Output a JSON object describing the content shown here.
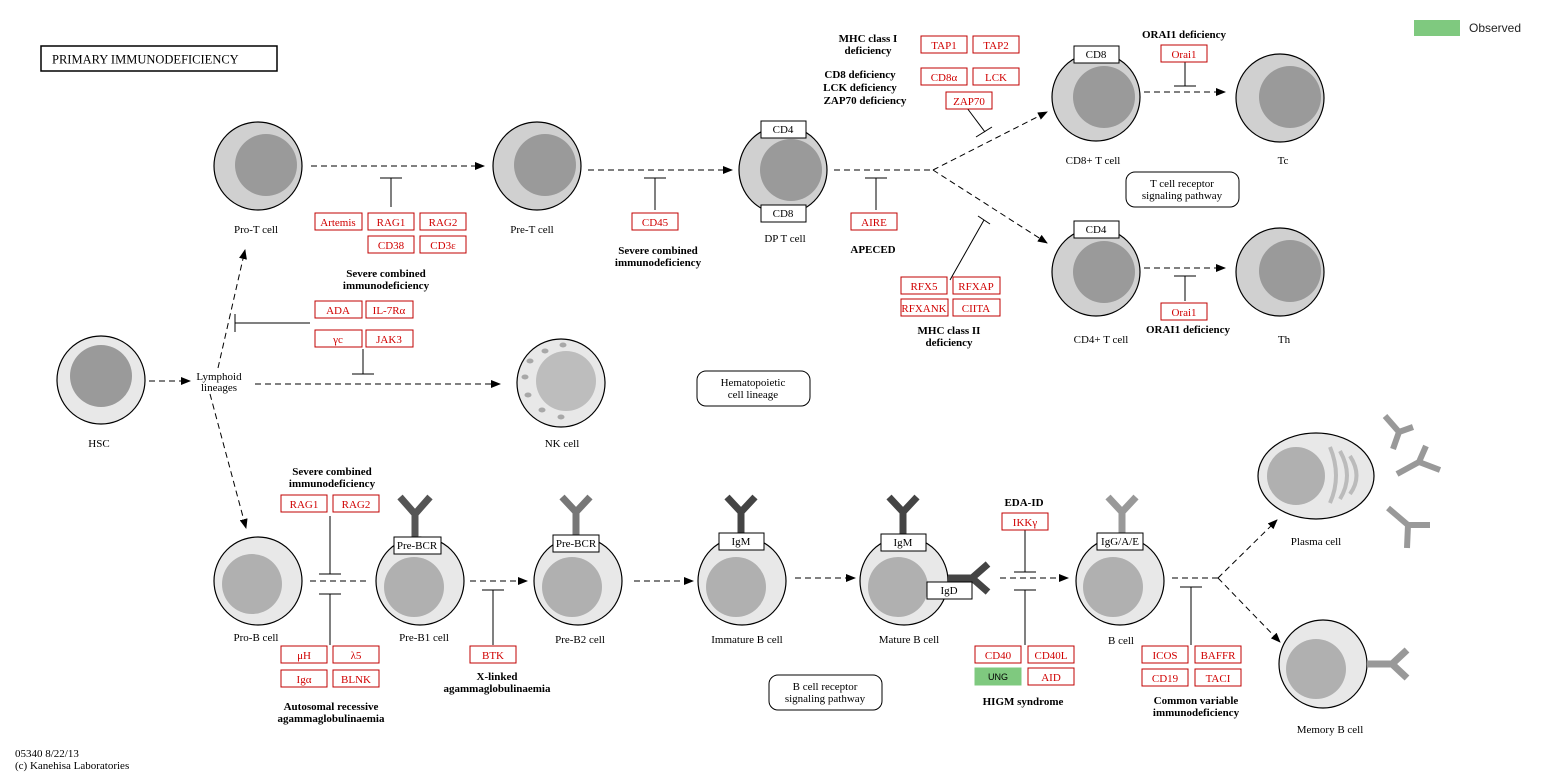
{
  "title": "PRIMARY IMMUNODEFICIENCY",
  "legend": {
    "label": "Observed",
    "color": "#7fc97f"
  },
  "footer": {
    "line1": "05340 8/22/13",
    "line2": "(c) Kanehisa Laboratories"
  },
  "cells": {
    "hsc": "HSC",
    "lymphoid": [
      "Lymphoid",
      "lineages"
    ],
    "pro_t": "Pro-T cell",
    "pre_t": "Pre-T cell",
    "dp_t": "DP T cell",
    "cd8_t": "CD8+ T cell",
    "cd4_t": "CD4+ T cell",
    "tc": "Tc",
    "th": "Th",
    "nk": "NK cell",
    "pro_b": "Pro-B cell",
    "pre_b1": "Pre-B1 cell",
    "pre_b2": "Pre-B2 cell",
    "immature_b": "Immature B cell",
    "mature_b": "Mature B cell",
    "b_cell": "B cell",
    "plasma": "Plasma cell",
    "memory_b": "Memory B cell"
  },
  "markers": {
    "dp_cd4": "CD4",
    "dp_cd8": "CD8",
    "cd8t_cd8": "CD8",
    "cd4t_cd4": "CD4",
    "prebcr1": "Pre-BCR",
    "prebcr2": "Pre-BCR",
    "igm1": "IgM",
    "igm2": "IgM",
    "igd": "IgD",
    "igage": "IgG/A/E"
  },
  "genes": {
    "artemis": "Artemis",
    "rag1_t": "RAG1",
    "rag2_t": "RAG2",
    "cd38": "CD38",
    "cd3e": "CD3ε",
    "ada": "ADA",
    "il7ra": "IL-7Rα",
    "yc": "γc",
    "jak3": "JAK3",
    "cd45": "CD45",
    "aire": "AIRE",
    "tap1": "TAP1",
    "tap2": "TAP2",
    "cd8a": "CD8α",
    "lck": "LCK",
    "zap70": "ZAP70",
    "rfx5": "RFX5",
    "rfxap": "RFXAP",
    "rfxank": "RFXANK",
    "ciita": "CIITA",
    "orai1_a": "Orai1",
    "orai1_b": "Orai1",
    "rag1_b": "RAG1",
    "rag2_b": "RAG2",
    "uh": "μH",
    "l5": "λ5",
    "iga": "Igα",
    "blnk": "BLNK",
    "btk": "BTK",
    "ikky": "IKKγ",
    "cd40": "CD40",
    "cd40l": "CD40L",
    "ung": "UNG",
    "aid": "AID",
    "icos": "ICOS",
    "baffr": "BAFFR",
    "cd19": "CD19",
    "taci": "TACI"
  },
  "diseases": {
    "scid1": [
      "Severe combined",
      "immunodeficiency"
    ],
    "scid2": [
      "Severe combined",
      "immunodeficiency"
    ],
    "scid3": [
      "Severe combined",
      "immunodeficiency"
    ],
    "apeced": "APECED",
    "mhc1": [
      "MHC class I",
      "deficiency"
    ],
    "cd8def": [
      "CD8 deficiency",
      "LCK deficiency",
      "ZAP70 deficiency"
    ],
    "mhc2": [
      "MHC class II",
      "deficiency"
    ],
    "orai1_def1": "ORAI1 deficiency",
    "orai1_def2": "ORAI1 deficiency",
    "ar_agamma": [
      "Autosomal recessive",
      "agammaglobulinaemia"
    ],
    "xl_agamma": [
      "X-linked",
      "agammaglobulinaemia"
    ],
    "eda_id": "EDA-ID",
    "higm": "HIGM syndrome",
    "cvid": [
      "Common variable",
      "immunodeficiency"
    ]
  },
  "pathways": {
    "tcr": [
      "T cell receptor",
      "signaling pathway"
    ],
    "hema": [
      "Hematopoietic",
      "cell lineage"
    ],
    "bcr": [
      "B cell receptor",
      "signaling pathway"
    ]
  }
}
